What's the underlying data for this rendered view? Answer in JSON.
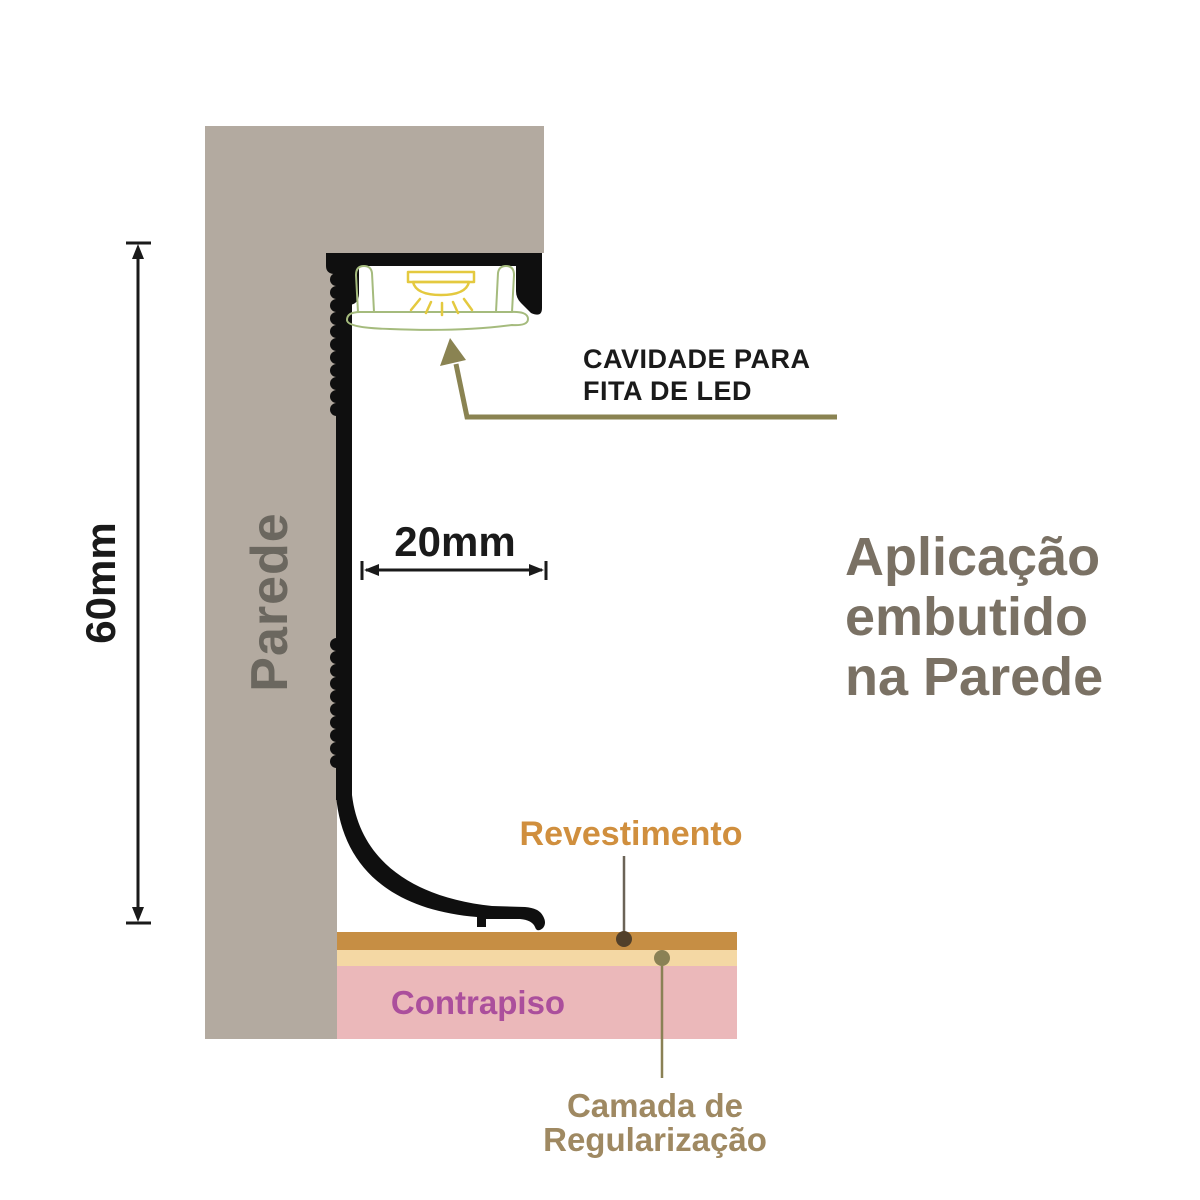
{
  "title": {
    "lines": [
      "Aplicação",
      "embutido",
      "na Parede"
    ]
  },
  "diagram": {
    "wall_label": "Parede",
    "cavity_label": {
      "lines": [
        "CAVIDADE PARA",
        "FITA DE LED"
      ]
    },
    "width_dimension": "20mm",
    "height_dimension": "60mm",
    "layers": {
      "revestimento_label": "Revestimento",
      "contrapiso_label": "Contrapiso",
      "camada_label": {
        "lines": [
          "Camada de",
          "Regularização"
        ]
      }
    }
  },
  "colors": {
    "background": "#ffffff",
    "wall": "#b3aaa0",
    "wall_label_text": "#6b675f",
    "profile_black": "#0f0f0f",
    "title_text": "#7a7164",
    "callout_olive": "#8a8352",
    "led_yellow": "#e4c93f",
    "diffuser_green": "#a5bb7d",
    "revestimento_layer": "#c68e44",
    "revestimento_text": "#d08f3e",
    "regularizacao_layer": "#f4d8a4",
    "contrapiso_layer": "#ebb8ba",
    "contrapiso_text": "#ab4f9c",
    "camada_text": "#9f8962",
    "dimension_ink": "#1a1a1a"
  }
}
